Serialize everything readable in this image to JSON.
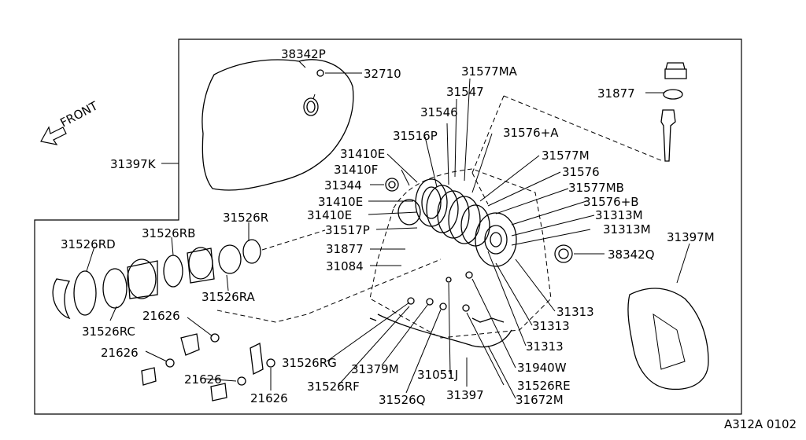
{
  "diagram_id": "A312A 0102",
  "front_label": "FRONT",
  "parts": [
    "38342P",
    "32710",
    "31577MA",
    "31547",
    "31546",
    "31516P",
    "31576+A",
    "31877",
    "31410E",
    "31410F",
    "31344",
    "31577M",
    "31576",
    "31577MB",
    "31410E",
    "31410E",
    "31576+B",
    "31313M",
    "31313M",
    "31397K",
    "31526R",
    "31517P",
    "31397M",
    "31526RD",
    "31526RB",
    "31877",
    "38342Q",
    "31084",
    "31526RA",
    "31313",
    "21626",
    "31526RC",
    "31313",
    "21626",
    "31313",
    "31526RG",
    "31379M",
    "31940W",
    "21626",
    "31051J",
    "31526RF",
    "31526RE",
    "21626",
    "31526Q",
    "31397",
    "31672M"
  ]
}
